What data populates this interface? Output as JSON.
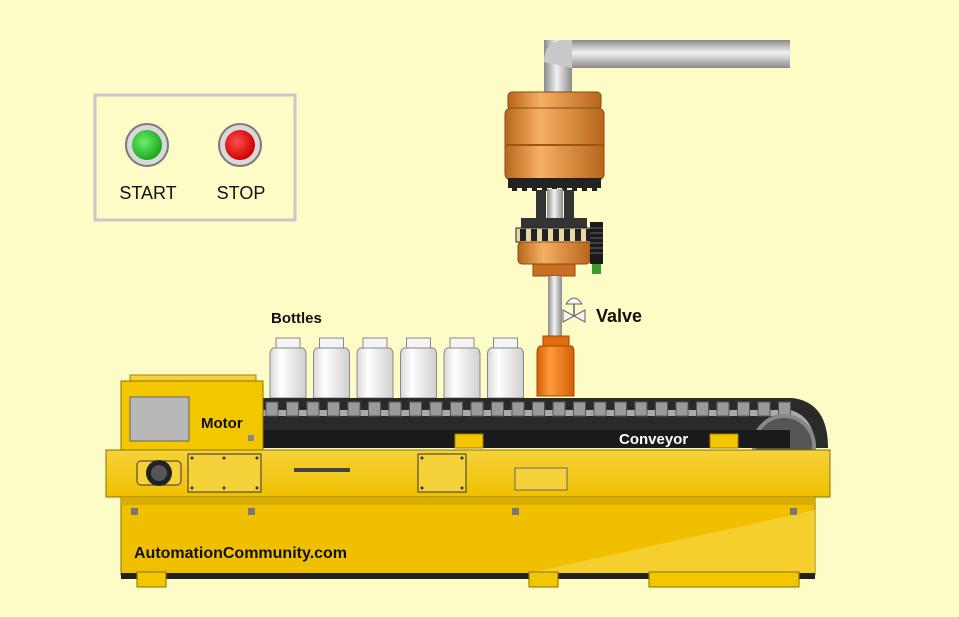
{
  "panel": {
    "start_label": "START",
    "stop_label": "STOP",
    "start_color": "#2fc42f",
    "stop_color": "#ee1111"
  },
  "labels": {
    "bottles": "Bottles",
    "valve": "Valve",
    "motor": "Motor",
    "conveyor": "Conveyor",
    "brand": "AutomationCommunity.com"
  },
  "bottles": {
    "empty_count": 6,
    "empty_color": "#ffffff",
    "filled_color": "#f07814"
  },
  "colors": {
    "background": "#fefcc6",
    "machine_yellow": "#f2c700",
    "tank_orange": "#e8922a",
    "pipe_gray": "#a9a9a9"
  }
}
